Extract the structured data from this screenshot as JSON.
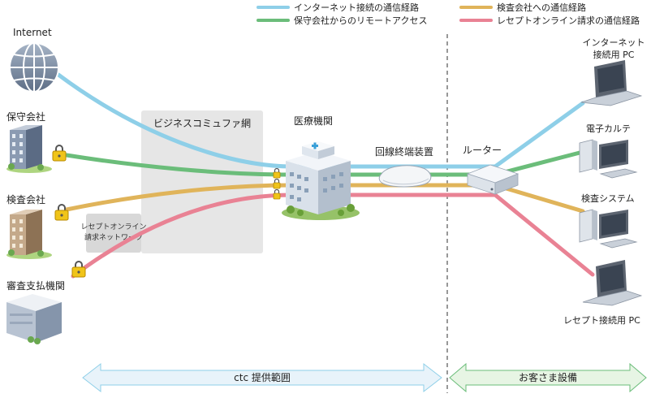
{
  "legend": [
    {
      "label": "インターネット接続の通信経路",
      "color": "#8ecfe8"
    },
    {
      "label": "検査会社への通信経路",
      "color": "#e0b45a"
    },
    {
      "label": "保守会社からのリモートアクセス",
      "color": "#6bbd7a"
    },
    {
      "label": "レセプトオンライン請求の通信経路",
      "color": "#e98294"
    }
  ],
  "left_nodes": {
    "internet": "Internet",
    "maintenance": "保守会社",
    "inspection": "検査会社",
    "payer": "審査支払機関"
  },
  "networks": {
    "business": "ビジネスコミュファ網",
    "receipt_line1": "レセプトオンライン",
    "receipt_line2": "請求ネットワーク"
  },
  "center": {
    "hospital": "医療機関",
    "onu": "回線終端装置",
    "router": "ルーター"
  },
  "right_nodes": {
    "internet_pc_line1": "インターネット",
    "internet_pc_line2": "接続用 PC",
    "emr": "電子カルテ",
    "inspection_sys": "検査システム",
    "receipt_pc": "レセプト接続用 PC"
  },
  "scope": {
    "ctc": "ctc 提供範囲",
    "customer": "お客さま設備"
  },
  "colors": {
    "internet": "#8ecfe8",
    "remote": "#6bbd7a",
    "inspection": "#e0b45a",
    "receipt": "#e98294",
    "ctc_arrow_fill": "#e8f3fa",
    "ctc_arrow_stroke": "#8ecfe8",
    "customer_arrow_fill": "#e7f5e4",
    "customer_arrow_stroke": "#6bbd7a"
  }
}
